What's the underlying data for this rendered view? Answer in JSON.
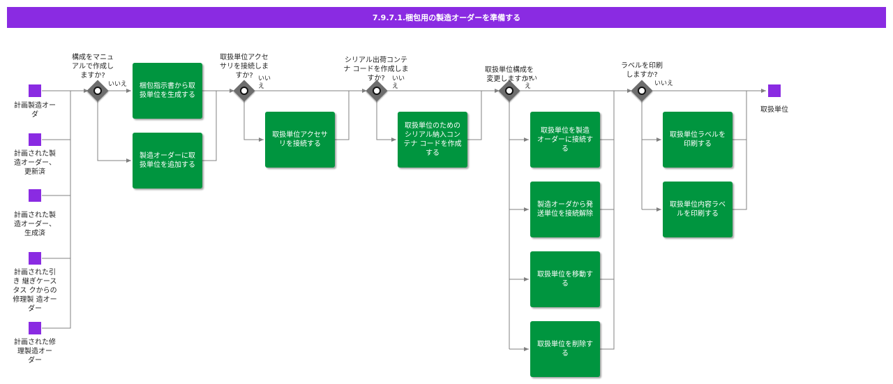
{
  "title": "7.9.7.1.梱包用の製造オーダーを準備する",
  "start_events": [
    "計画製造オー\nダ",
    "計画された製\n造オーダー、\n更新済",
    "計画された製\n造オーダー、\n生成済",
    "計画された引\nき 継ぎケース\nタス クからの\n修理製 造オー\nダー",
    "計画された修\n理製造オー\nダー"
  ],
  "end_event": "取扱単位",
  "gateways": [
    {
      "question": "構成をマニュ\nアルで作成し\nますか?",
      "no_label": "いいえ"
    },
    {
      "question": "取扱単位アクセ\nサリを接続しま\nすか?",
      "no_label": "いい\nえ"
    },
    {
      "question": "シリアル出荷コンテ\nナ コードを作成しま\nすか?",
      "no_label": "いい\nえ"
    },
    {
      "question": "取扱単位構成を\n変更しますか?",
      "no_label": "いい\nえ"
    },
    {
      "question": "ラベルを印刷\nしますか?",
      "no_label": "いいえ"
    }
  ],
  "tasks": [
    "梱包指示書から取\n扱単位を生成する",
    "製造オーダーに取\n扱単位を追加する",
    "取扱単位アクセサ\nリを接続する",
    "取扱単位のための\nシリアル納入コン\nテナ コードを作成\nする",
    "取扱単位を製造\nオーダーに接続す\nる",
    "製造オーダから発\n送単位を接続解除",
    "取扱単位を移動す\nる",
    "取扱単位を削除す\nる",
    "取扱単位ラベルを\n印刷する",
    "取扱単位内容ラベ\nルを印刷する"
  ],
  "colors": {
    "title_bar": "#8A2BE2",
    "event": "#8A2BE2",
    "task": "#00953F",
    "gateway": "#6d6d6d",
    "connector": "#808080"
  }
}
